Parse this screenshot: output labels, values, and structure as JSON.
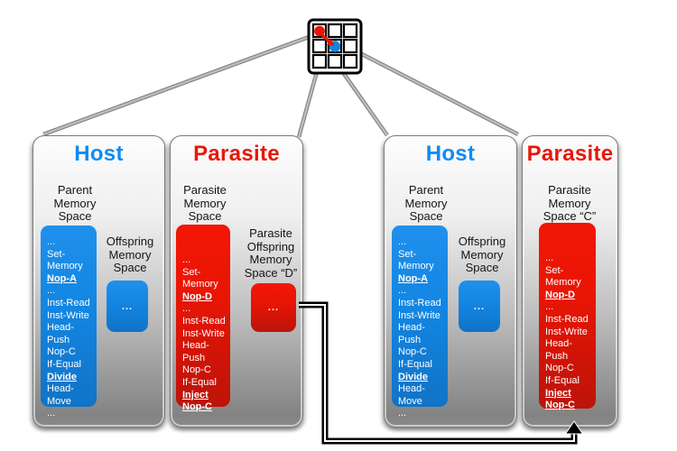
{
  "colors": {
    "host_blue": "#1286e2",
    "parasite_red": "#e81505",
    "host_title_blue": "#0d8bf5",
    "parasite_title_red": "#e8170a",
    "dispersal_line_gray": "#9c9c9c",
    "connector_black": "#000000"
  },
  "grid": {
    "rows": 3,
    "cols": 3,
    "parasite_dot_color": "#e81505",
    "host_dot_color": "#1286e2"
  },
  "panels": [
    {
      "id": "host-1",
      "title": "Host",
      "memory_label": "Parent\nMemory\nSpace",
      "offspring_label": "Offspring\nMemory\nSpace",
      "offspring_content": "...",
      "instructions": [
        {
          "t": "..."
        },
        {
          "t": "Set-"
        },
        {
          "t": "Memory"
        },
        {
          "t": "Nop-A",
          "em": true
        },
        {
          "t": "..."
        },
        {
          "t": "Inst-Read"
        },
        {
          "t": "Inst-Write"
        },
        {
          "t": "Head-Push"
        },
        {
          "t": "Nop-C"
        },
        {
          "t": "If-Equal"
        },
        {
          "t": "Divide",
          "em": true
        },
        {
          "t": "Head-Move"
        },
        {
          "t": "..."
        }
      ]
    },
    {
      "id": "parasite-1",
      "title": "Parasite",
      "memory_label": "Parasite\nMemory\nSpace",
      "offspring_label": "Parasite\nOffspring\nMemory\nSpace “D”",
      "offspring_content": "...",
      "instructions": [
        {
          "t": "..."
        },
        {
          "t": "Set-"
        },
        {
          "t": "Memory"
        },
        {
          "t": "Nop-D",
          "em": true
        },
        {
          "t": "..."
        },
        {
          "t": "Inst-Read"
        },
        {
          "t": "Inst-Write"
        },
        {
          "t": "Head-Push"
        },
        {
          "t": "Nop-C"
        },
        {
          "t": "If-Equal"
        },
        {
          "t": "Inject",
          "em": true
        },
        {
          "t": "Nop-C",
          "em": true
        }
      ]
    },
    {
      "id": "host-2",
      "title": "Host",
      "memory_label": "Parent\nMemory\nSpace",
      "offspring_label": "Offspring\nMemory\nSpace",
      "offspring_content": "...",
      "instructions": [
        {
          "t": "..."
        },
        {
          "t": "Set-"
        },
        {
          "t": "Memory"
        },
        {
          "t": "Nop-A",
          "em": true
        },
        {
          "t": "..."
        },
        {
          "t": "Inst-Read"
        },
        {
          "t": "Inst-Write"
        },
        {
          "t": "Head-Push"
        },
        {
          "t": "Nop-C"
        },
        {
          "t": "If-Equal"
        },
        {
          "t": "Divide",
          "em": true
        },
        {
          "t": "Head-Move"
        },
        {
          "t": "..."
        }
      ]
    },
    {
      "id": "parasite-2",
      "title": "Parasite",
      "memory_label": "Parasite\nMemory\nSpace “C”",
      "instructions": [
        {
          "t": "..."
        },
        {
          "t": "Set-"
        },
        {
          "t": "Memory"
        },
        {
          "t": "Nop-D",
          "em": true
        },
        {
          "t": "..."
        },
        {
          "t": "Inst-Read"
        },
        {
          "t": "Inst-Write"
        },
        {
          "t": "Head-Push"
        },
        {
          "t": "Nop-C"
        },
        {
          "t": "If-Equal"
        },
        {
          "t": "Inject",
          "em": true
        },
        {
          "t": "Nop-C",
          "em": true
        }
      ]
    }
  ]
}
